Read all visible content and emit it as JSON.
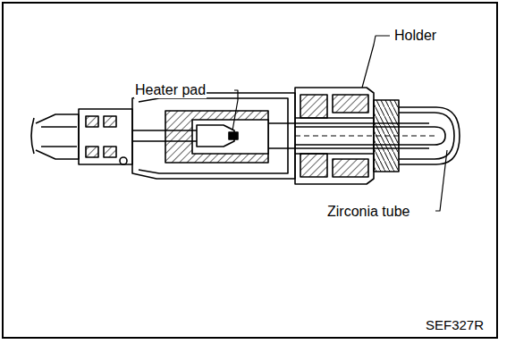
{
  "diagram": {
    "labels": [
      "Heater pad",
      "Holder",
      "Zirconia tube",
      "SEF327R"
    ]
  }
}
